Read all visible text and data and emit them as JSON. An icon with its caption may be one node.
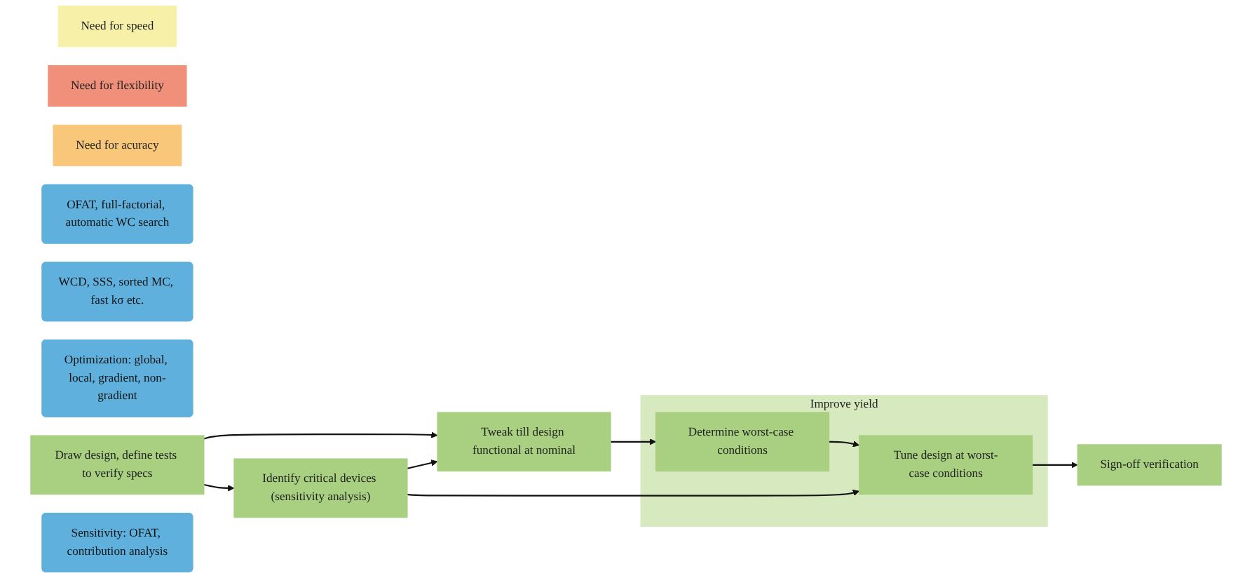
{
  "diagram": {
    "nodes": [
      {
        "text": [
          "Need for speed"
        ]
      },
      {
        "text": [
          "Need for flexibility"
        ]
      },
      {
        "text": [
          "Need for acuracy"
        ]
      },
      {
        "text": [
          "OFAT, full-factorial, automatic WC search"
        ]
      },
      {
        "text": [
          "WCD, SSS, sorted MC, fast kσ etc."
        ]
      },
      {
        "text": [
          "Optimization: global, local, gradient, non-gradient"
        ]
      },
      {
        "text": [
          "Draw design, define tests to verify specs"
        ]
      },
      {
        "text": [
          "Tweak till design functional at nominal"
        ]
      },
      {
        "text": [
          "Improve yield"
        ]
      },
      {
        "text": [
          "Determine worst-case conditions"
        ],
        "in": 8
      },
      {
        "text": [
          "Tune design at worst-case conditions"
        ],
        "in": 8
      },
      {
        "text": [
          "Sign-off verification"
        ]
      },
      {
        "text": [
          "Identify critical devices (sensitivity analysis)"
        ]
      },
      {
        "text": [
          "Sensitivity: OFAT, contribution analysis"
        ]
      }
    ],
    "edges": [
      {
        "from": 6,
        "to": 7,
        "arrow": "to"
      },
      {
        "from": 6,
        "to": 12,
        "arrow": "to"
      },
      {
        "from": 7,
        "to": 9,
        "arrow": "to"
      },
      {
        "from": 12,
        "to": 7,
        "arrow": "to"
      },
      {
        "from": 9,
        "to": 10,
        "arrow": "to"
      },
      {
        "from": 12,
        "to": 10,
        "arrow": "to"
      },
      {
        "from": 10,
        "to": 11,
        "arrow": "to"
      }
    ]
  }
}
